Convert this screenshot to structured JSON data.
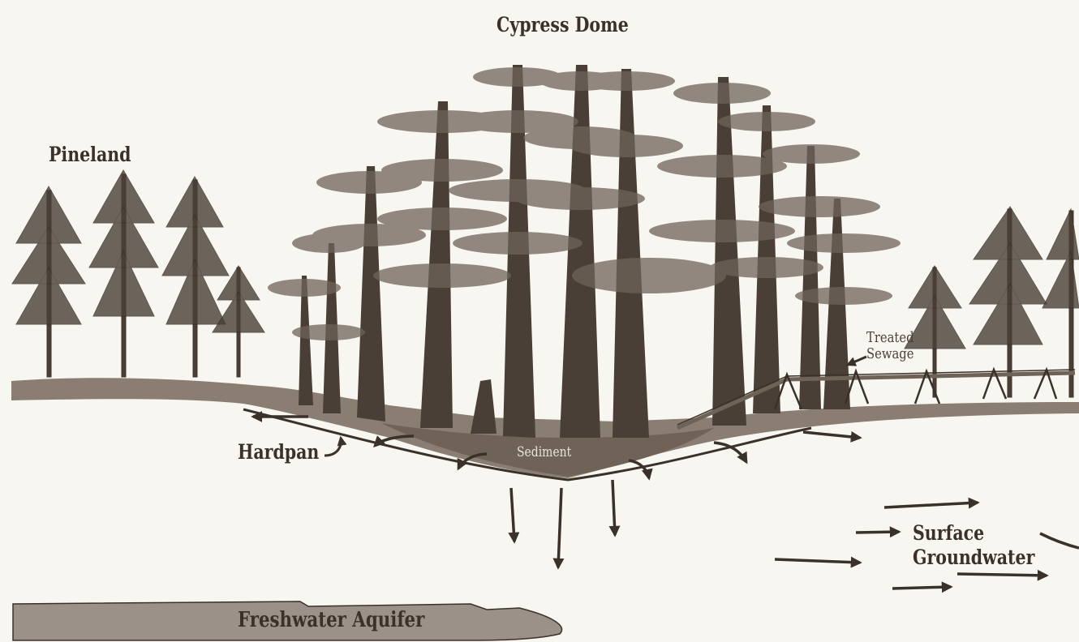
{
  "labels": {
    "cypress_dome": "Cypress Dome",
    "pineland": "Pineland",
    "hardpan": "Hardpan",
    "sediment": "Sediment",
    "treated_sewage_line1": "Treated",
    "treated_sewage_line2": "Sewage",
    "surface_groundwater_line1": "Surface",
    "surface_groundwater_line2": "Groundwater",
    "freshwater_aquifer": "Freshwater Aquifer"
  },
  "colors": {
    "background": "#f8f6f1",
    "ink": "#3a312a",
    "ground": "#8a7d71",
    "sediment": "#6f6358",
    "aquifer": "#9b9188"
  }
}
